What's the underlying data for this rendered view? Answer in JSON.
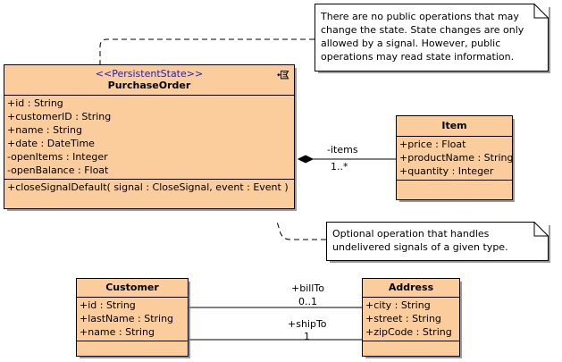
{
  "diagram": {
    "type": "uml-class-diagram",
    "background": "#ffffff",
    "class_fill": "#fbcc9c",
    "stereotype_color": "#2020c0",
    "line_color": "#000000"
  },
  "classes": {
    "purchase_order": {
      "stereotype": "<<PersistentState>>",
      "name": "PurchaseOrder",
      "icon": "signal-reception-icon",
      "attributes": [
        "+id : String",
        "+customerID : String",
        "+name : String",
        "+date : DateTime",
        "-openItems : Integer",
        "-openBalance : Float"
      ],
      "operations": [
        "+closeSignalDefault( signal : CloseSignal, event : Event )"
      ]
    },
    "item": {
      "name": "Item",
      "attributes": [
        "+price : Float",
        "+productName : String",
        "+quantity : Integer"
      ],
      "operations": []
    },
    "customer": {
      "name": "Customer",
      "attributes": [
        "+id : String",
        "+lastName : String",
        "+name : String"
      ],
      "operations": []
    },
    "address": {
      "name": "Address",
      "attributes": [
        "+city : String",
        "+street : String",
        "+zipCode : String"
      ],
      "operations": []
    }
  },
  "notes": {
    "state_note": {
      "text": "There are no public operations that may change the state. State changes are only allowed by a signal. However, public operations may read state information."
    },
    "operation_note": {
      "text": "Optional operation that handles undelivered signals of a given type."
    }
  },
  "associations": {
    "po_items": {
      "role": "-items",
      "multiplicity": "1..*",
      "kind": "composition"
    },
    "cust_bill_to": {
      "role": "+billTo",
      "multiplicity": "0..1",
      "kind": "association"
    },
    "cust_ship_to": {
      "role": "+shipTo",
      "multiplicity": "1",
      "kind": "association"
    }
  }
}
